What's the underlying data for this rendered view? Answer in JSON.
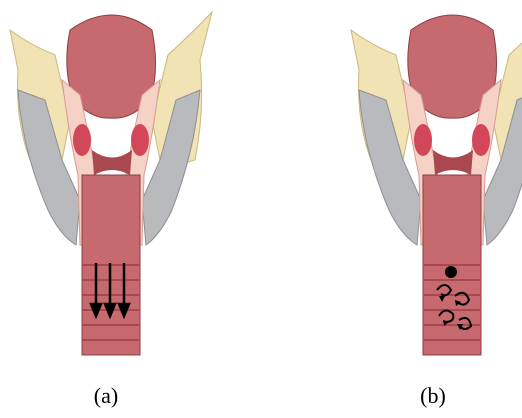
{
  "panels": [
    {
      "label": "(a)",
      "flow": "laminar"
    },
    {
      "label": "(b)",
      "flow": "turbulent"
    }
  ],
  "colors": {
    "cartilage_cream": "#f1e3b3",
    "cartilage_gray": "#b9babd",
    "mucosa_pink": "#c66a6f",
    "mucosa_dark": "#a9484f",
    "tissue_light": "#f6d2c6",
    "gland_red": "#d3475a",
    "arrow_black": "#000000"
  }
}
